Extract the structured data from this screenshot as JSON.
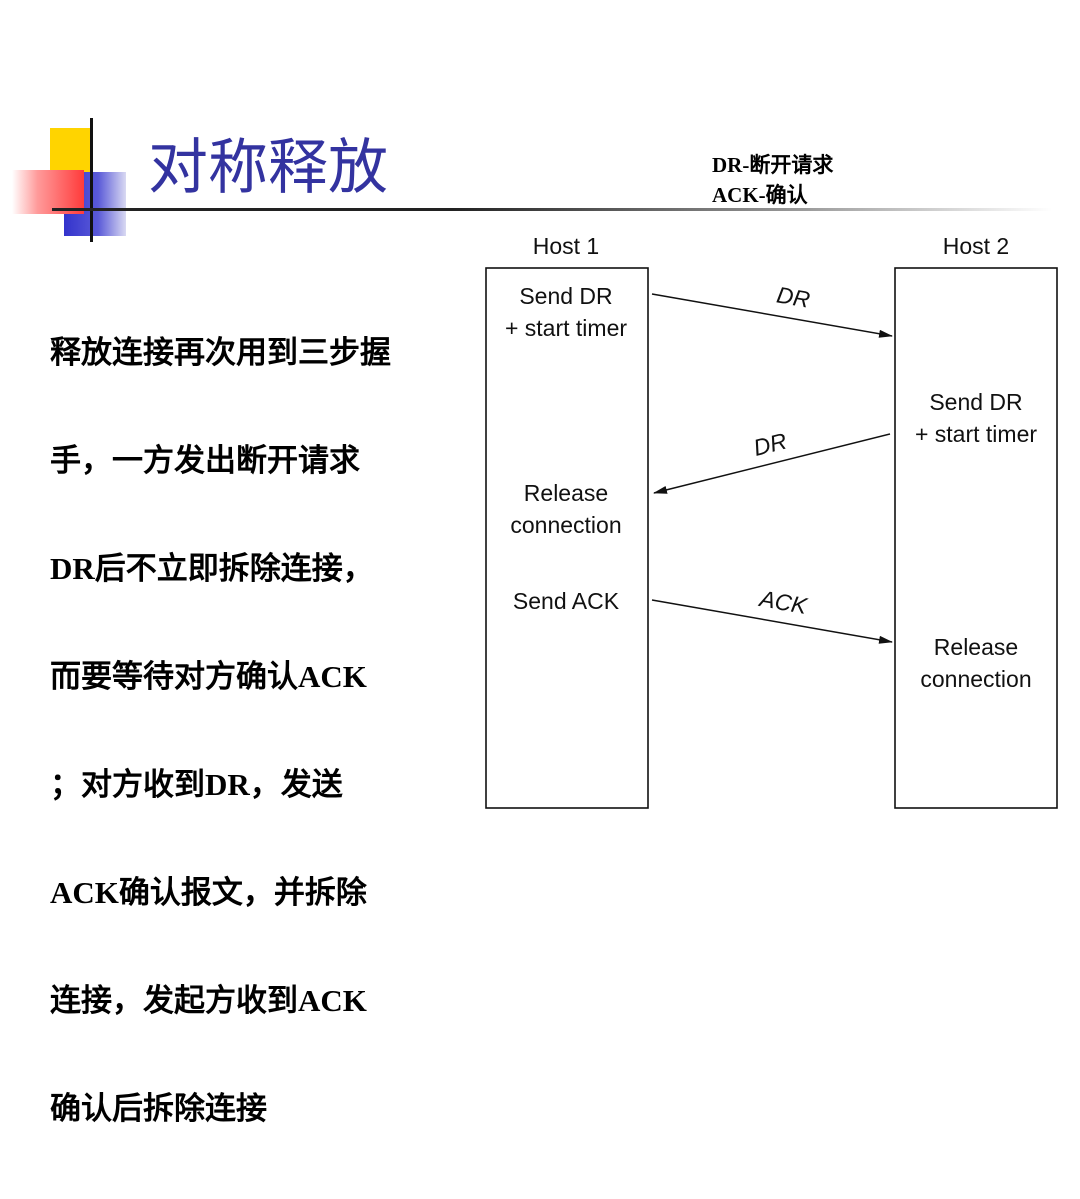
{
  "title": "对称释放",
  "legend": {
    "dr": "DR-断开请求",
    "ack": "ACK-确认"
  },
  "body_lines": [
    "释放连接再次用到三步握",
    "手，一方发出断开请求",
    "DR后不立即拆除连接，",
    "而要等待对方确认ACK",
    "；对方收到DR，发送",
    "ACK确认报文，并拆除",
    "连接，发起方收到ACK",
    "确认后拆除连接"
  ],
  "diagram": {
    "host1": {
      "label": "Host 1",
      "send_dr": [
        "Send DR",
        "+ start timer"
      ],
      "release": [
        "Release",
        "connection"
      ],
      "send_ack": "Send ACK"
    },
    "host2": {
      "label": "Host 2",
      "send_dr": [
        "Send DR",
        "+ start timer"
      ],
      "release": [
        "Release",
        "connection"
      ]
    },
    "messages": {
      "dr1": "DR",
      "dr2": "DR",
      "ack": "ACK"
    }
  }
}
